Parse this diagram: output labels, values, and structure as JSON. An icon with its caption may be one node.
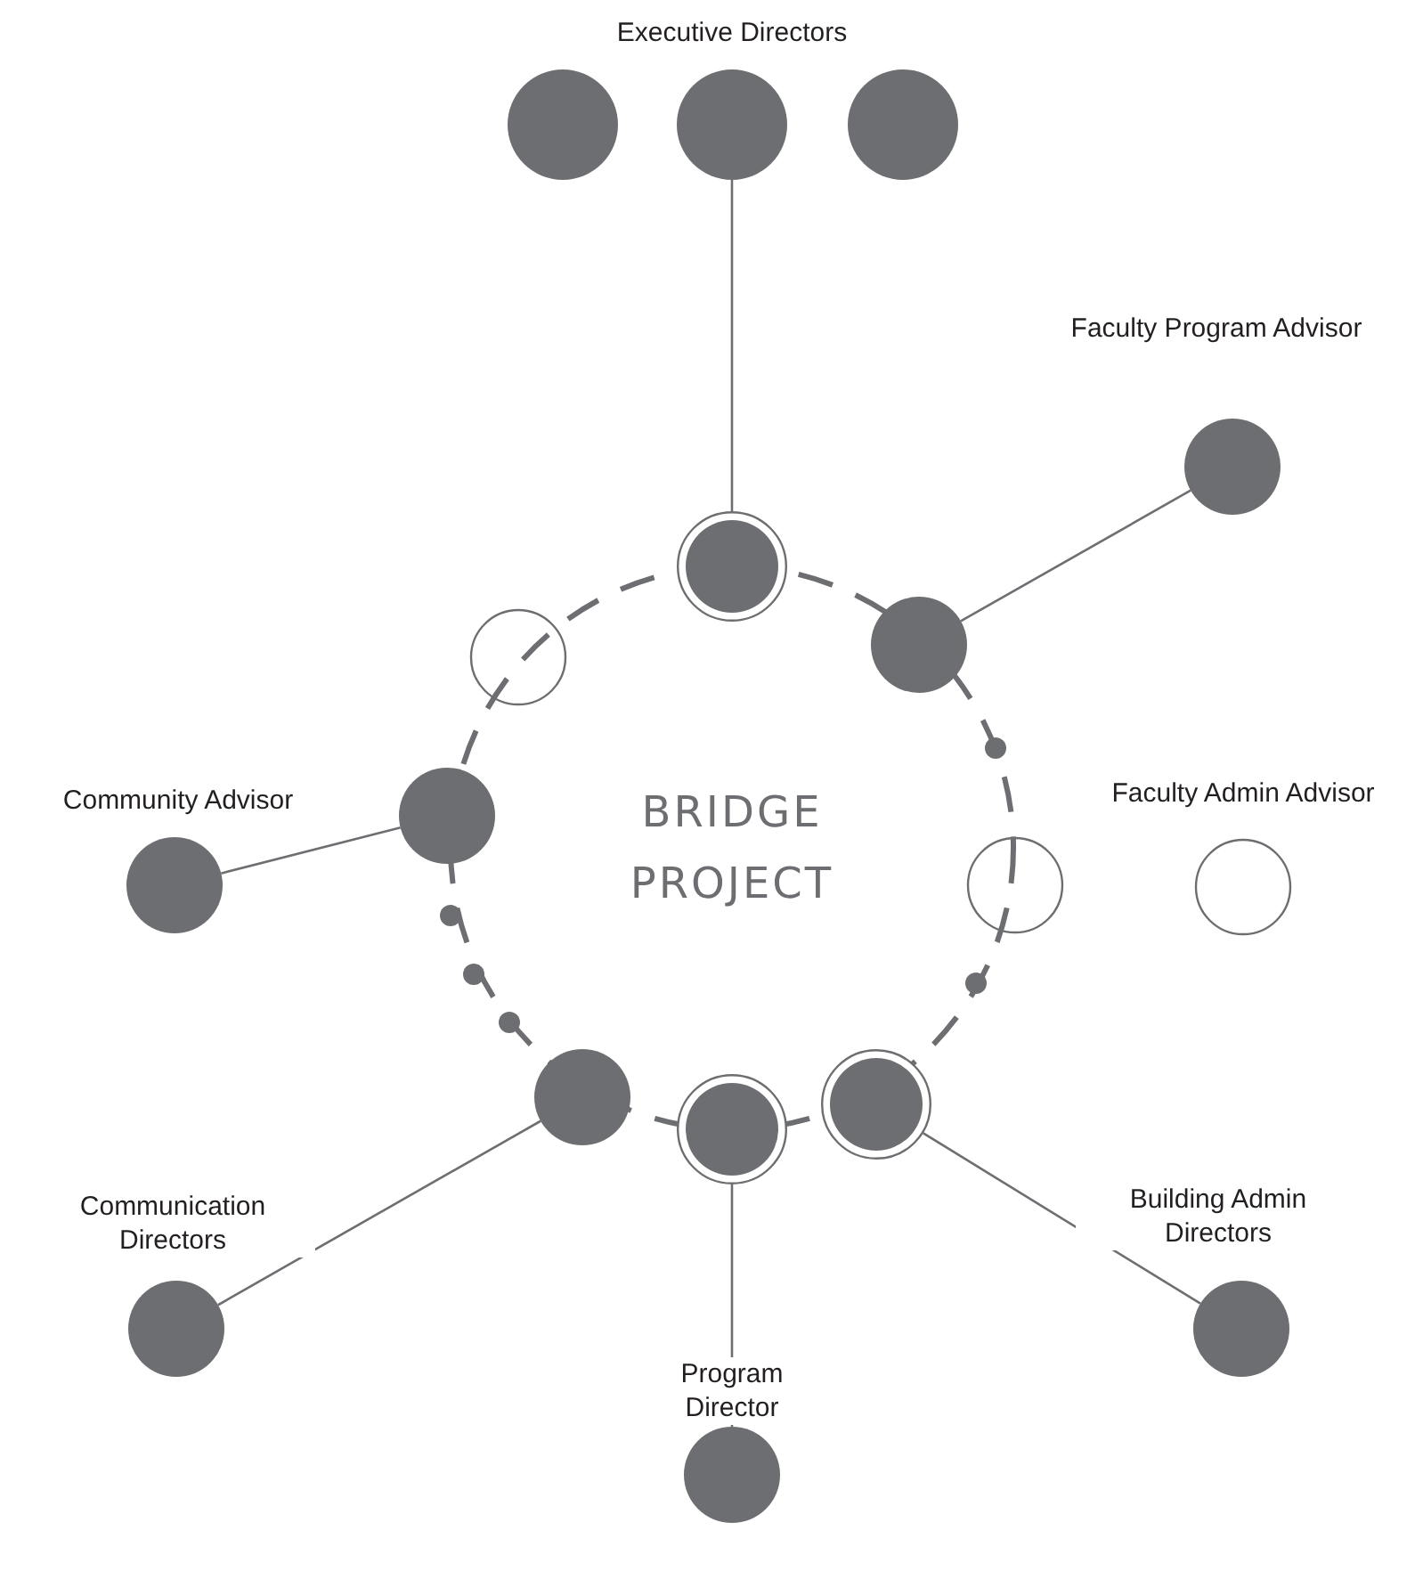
{
  "diagram": {
    "nodes": [
      {
        "text": [],
        "shape": "circle"
      },
      {
        "text": [],
        "shape": "circle"
      },
      {
        "text": [],
        "shape": "circle"
      },
      {
        "text": [],
        "shape": "circle",
        "beside": [
          "Faculty Program Advisor"
        ]
      },
      {
        "text": [],
        "shape": "circle",
        "beside": [
          "Faculty Admin Advisor"
        ]
      },
      {
        "text": [],
        "shape": "circle",
        "beside": [
          "Community Advisor"
        ]
      },
      {
        "text": [],
        "shape": "circle",
        "beside": [
          "Communication Directors"
        ]
      },
      {
        "text": [],
        "shape": "circle",
        "beside": [
          "Program Director"
        ]
      },
      {
        "text": [],
        "shape": "circle",
        "beside": [
          "Building Admin Directors"
        ]
      },
      {
        "text": [],
        "shape": "circle"
      },
      {
        "text": [],
        "shape": "circle"
      },
      {
        "text": [],
        "shape": "circle"
      },
      {
        "text": [],
        "shape": "circle"
      },
      {
        "text": [],
        "shape": "circle"
      },
      {
        "text": [],
        "shape": "circle"
      },
      {
        "text": [],
        "shape": "circle"
      },
      {
        "text": [],
        "shape": "circle"
      },
      {
        "text": [],
        "shape": "circle"
      },
      {
        "text": [],
        "shape": "circle"
      },
      {
        "text": [],
        "shape": "circle"
      },
      {
        "text": [],
        "shape": "circle"
      },
      {
        "text": [],
        "shape": "circle"
      }
    ],
    "edges": [
      {
        "from": 1,
        "to": 9,
        "arrow": "none"
      },
      {
        "from": 3,
        "to": 10,
        "arrow": "none"
      },
      {
        "from": 5,
        "to": 20,
        "arrow": "none"
      },
      {
        "from": 6,
        "to": 16,
        "arrow": "none"
      },
      {
        "from": 7,
        "to": 15,
        "arrow": "none"
      },
      {
        "from": 8,
        "to": 14,
        "arrow": "none"
      }
    ],
    "labels": [
      "Executive Directors",
      "BRIDGE PROJECT"
    ]
  }
}
